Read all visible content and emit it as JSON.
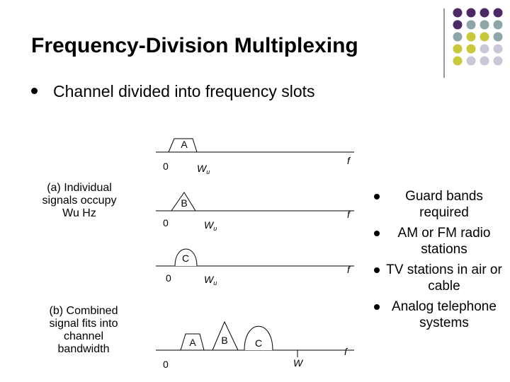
{
  "title": "Frequency-Division Multiplexing",
  "main_bullet": "Channel divided into frequency slots",
  "caption_a": [
    "(a) Individual",
    "signals occupy",
    "Wu Hz"
  ],
  "caption_b": [
    "(b) Combined",
    "signal fits into",
    "channel",
    "bandwidth"
  ],
  "diagram": {
    "zero": "0",
    "f": "f",
    "wu": "W",
    "wu_sub": "u",
    "w": "W",
    "signals": [
      "A",
      "B",
      "C"
    ]
  },
  "right_bullets": [
    "Guard bands required",
    "AM or FM radio stations",
    "TV stations in air or cable",
    "Analog telephone systems"
  ],
  "colors": {
    "logo_purple": "#4b2a66",
    "logo_teal": "#8ea6a8",
    "logo_olive": "#c7c93a",
    "logo_lavender": "#c9c8d8",
    "logo_line": "#999999"
  }
}
